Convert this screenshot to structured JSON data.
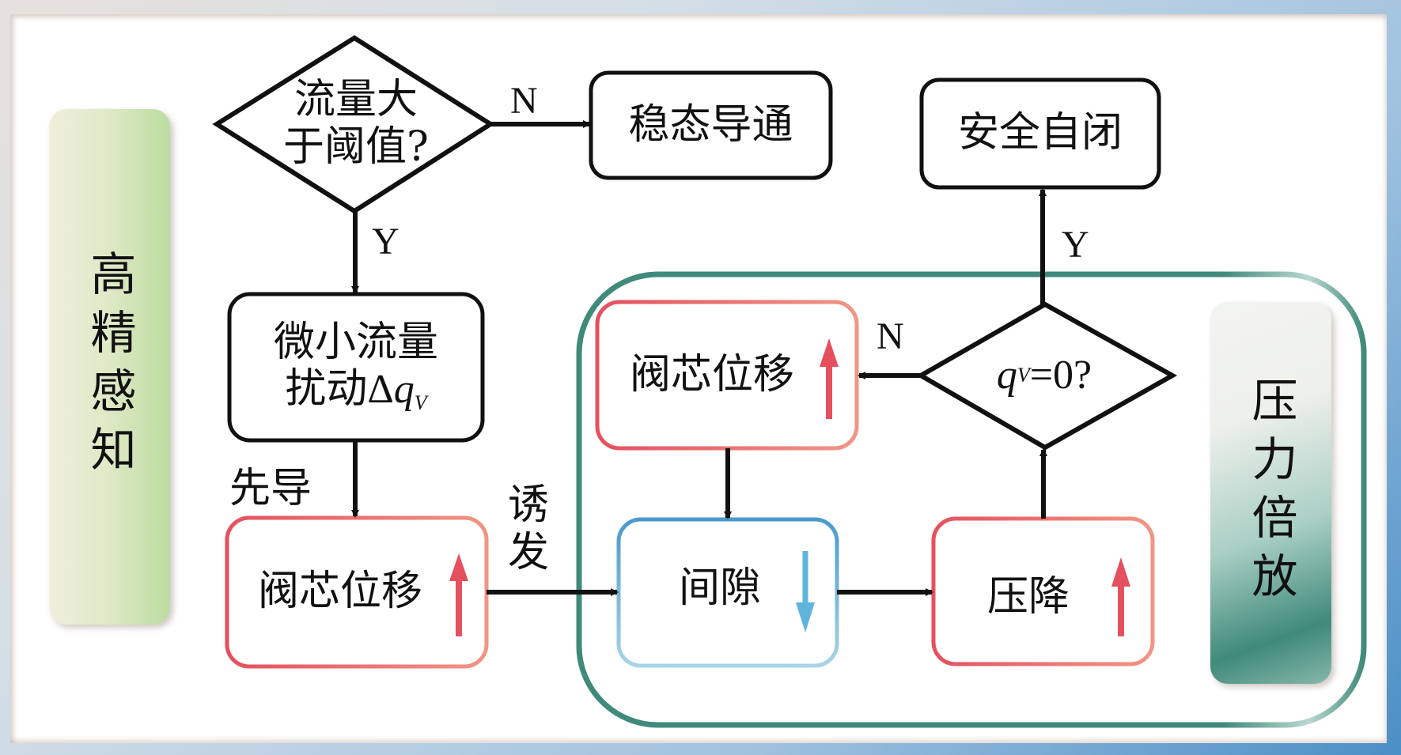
{
  "side_labels": {
    "left": "高精感知",
    "right": "压力倍放"
  },
  "nodes": {
    "decision_threshold": {
      "line1": "流量大",
      "line2": "于阈值?"
    },
    "steady_conduction": "稳态导通",
    "micro_disturbance": {
      "line1": "微小流量",
      "line2_prefix": "扰动Δ",
      "var": "q",
      "sub": "V"
    },
    "spool_displacement_lower": "阀芯位移",
    "spool_displacement_upper": "阀芯位移",
    "gap": "间隙",
    "pressure_drop": "压降",
    "decision_zero_flow": {
      "var": "q",
      "sub": "V",
      "suffix": "=0?"
    },
    "safe_self_close": "安全自闭"
  },
  "edge_labels": {
    "threshold_no": "N",
    "threshold_yes": "Y",
    "pilot": "先导",
    "induce_line1": "诱",
    "induce_line2": "发",
    "zero_no": "N",
    "zero_yes": "Y"
  },
  "trend_indicators": {
    "spool_displacement_lower": "up",
    "spool_displacement_upper": "up",
    "gap": "down",
    "pressure_drop": "up"
  },
  "colors": {
    "increase_arrow": "#e5505e",
    "decrease_arrow": "#5fb4dc",
    "loop_border": "#3f8a7a",
    "red_box_border": "#e5505e",
    "blue_box_border": "#4a9acb",
    "frame_blue": "#4a8fc6"
  }
}
